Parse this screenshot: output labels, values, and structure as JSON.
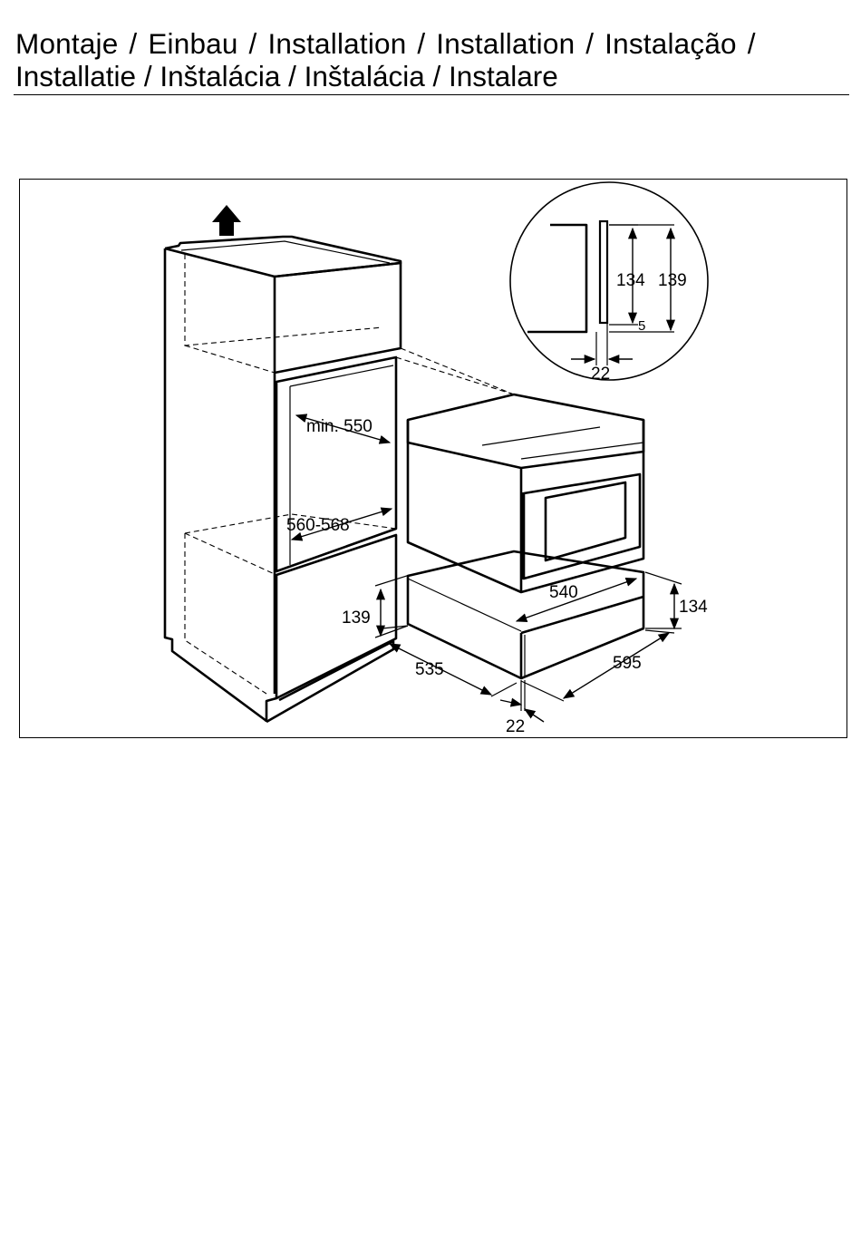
{
  "heading": {
    "line1": "Montaje / Einbau / Installation / Installation / Instalação /",
    "line2": "Installatie / Inštalácia / Inštalácia / Instalare"
  },
  "diagram": {
    "dimensions": {
      "detail_134": "134",
      "detail_139": "139",
      "detail_5": "5",
      "detail_22": "22",
      "min_550": "min. 550",
      "range_560_568": "560-568",
      "height_139": "139",
      "depth_535": "535",
      "width_540": "540",
      "height_134": "134",
      "width_595": "595",
      "front_22": "22"
    }
  }
}
